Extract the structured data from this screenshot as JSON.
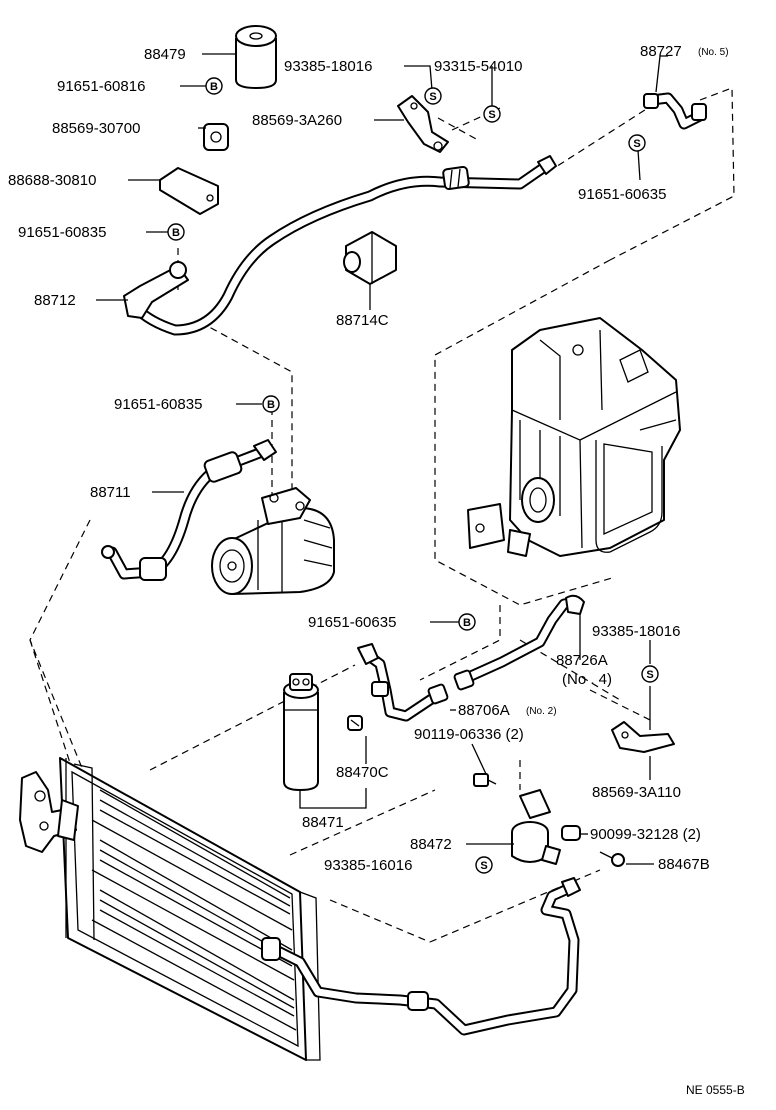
{
  "diagram": {
    "labels": {
      "p88479": "88479",
      "p91651_60816": "91651-60816",
      "p88569_30700": "88569-30700",
      "p88688_30810": "88688-30810",
      "p93385_18016_top": "93385-18016",
      "p93315_54010": "93315-54010",
      "p88569_3A260": "88569-3A260",
      "p88727": "88727",
      "p88727_note": "(No. 5)",
      "p91651_60635_top": "91651-60635",
      "p91651_60835_a": "91651-60835",
      "p88712": "88712",
      "p88714C": "88714C",
      "p91651_60835_b": "91651-60835",
      "p88711": "88711",
      "p91651_60635_mid": "91651-60635",
      "p93385_18016_mid": "93385-18016",
      "p88726A": "88726A",
      "p88726A_note": "(No . 4)",
      "p88706A": "88706A",
      "p88706A_note": "(No. 2)",
      "p90119_06336": "90119-06336 (2)",
      "p88470C": "88470C",
      "p88471": "88471",
      "p88569_3A110": "88569-3A110",
      "p90099_32128": "90099-32128 (2)",
      "p88472": "88472",
      "p93385_16016": "93385-16016",
      "p88467B": "88467B"
    },
    "badges": {
      "bolt": "B",
      "screw": "S"
    },
    "reference": "NE  0555-B"
  }
}
